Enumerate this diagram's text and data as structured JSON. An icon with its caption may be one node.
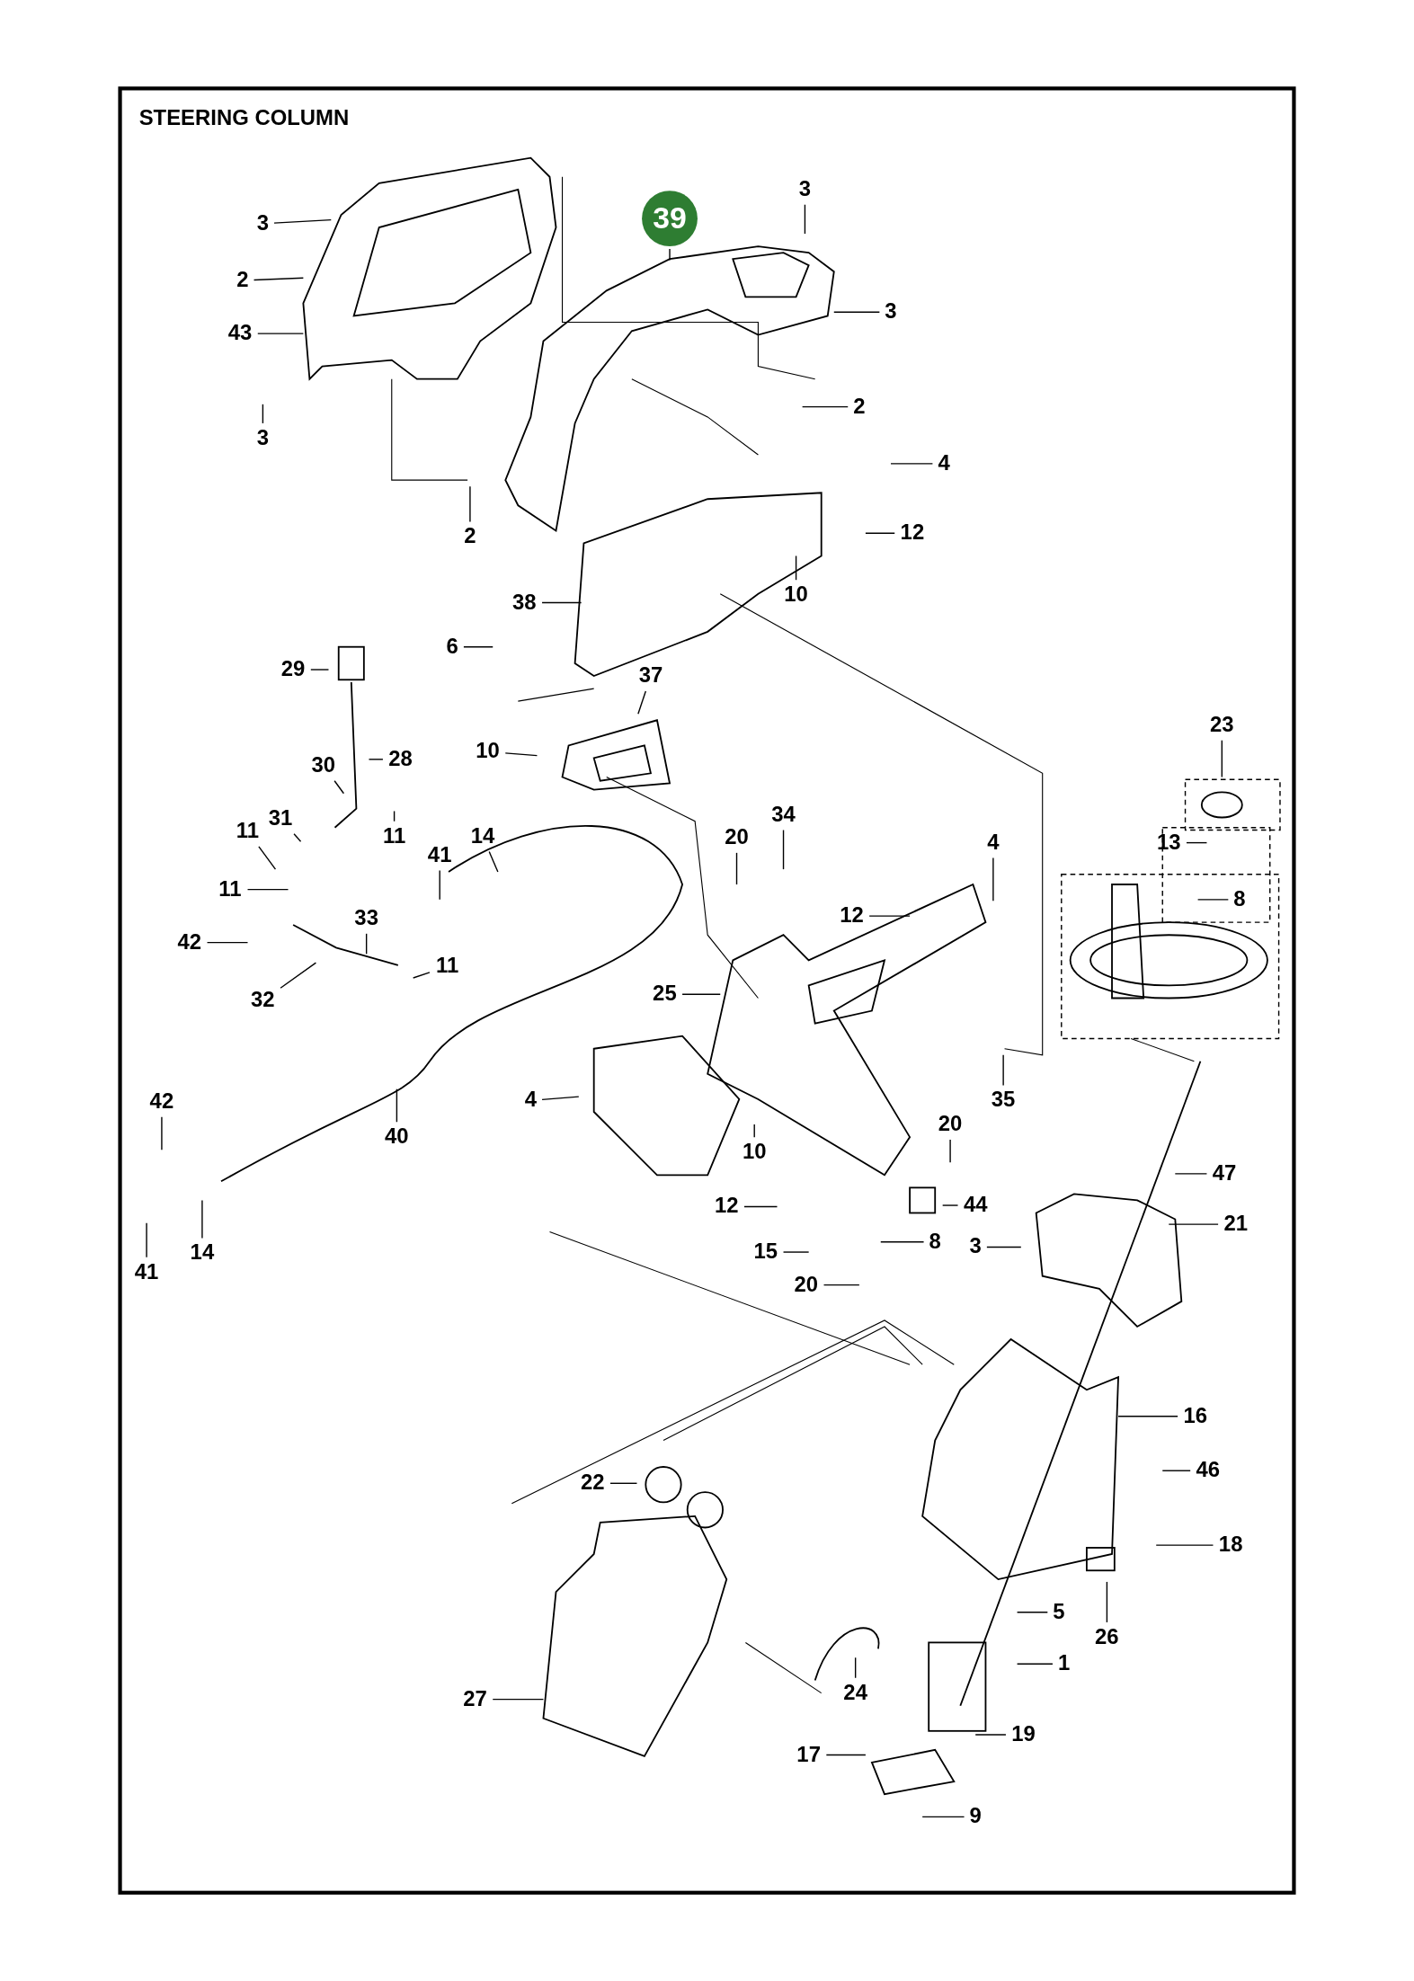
{
  "diagram": {
    "title": "STEERING COLUMN",
    "nodes": [
      {
        "text": [
          "39"
        ]
      },
      {
        "text": [
          "3"
        ]
      },
      {
        "text": [
          "2"
        ]
      },
      {
        "text": [
          "43"
        ]
      },
      {
        "text": [
          "3"
        ]
      },
      {
        "text": [
          "2"
        ]
      },
      {
        "text": [
          "3"
        ]
      },
      {
        "text": [
          "3"
        ]
      },
      {
        "text": [
          "2"
        ]
      },
      {
        "text": [
          "4"
        ]
      },
      {
        "text": [
          "12"
        ]
      },
      {
        "text": [
          "10"
        ]
      },
      {
        "text": [
          "38"
        ]
      },
      {
        "text": [
          "6"
        ]
      },
      {
        "text": [
          "37"
        ]
      },
      {
        "text": [
          "10"
        ]
      },
      {
        "text": [
          "29"
        ]
      },
      {
        "text": [
          "28"
        ]
      },
      {
        "text": [
          "30"
        ]
      },
      {
        "text": [
          "31"
        ]
      },
      {
        "text": [
          "11"
        ]
      },
      {
        "text": [
          "11"
        ]
      },
      {
        "text": [
          "41"
        ]
      },
      {
        "text": [
          "14"
        ]
      },
      {
        "text": [
          "11"
        ]
      },
      {
        "text": [
          "42"
        ]
      },
      {
        "text": [
          "33"
        ]
      },
      {
        "text": [
          "32"
        ]
      },
      {
        "text": [
          "11"
        ]
      },
      {
        "text": [
          "34"
        ]
      },
      {
        "text": [
          "20"
        ]
      },
      {
        "text": [
          "4"
        ]
      },
      {
        "text": [
          "12"
        ]
      },
      {
        "text": [
          "25"
        ]
      },
      {
        "text": [
          "4"
        ]
      },
      {
        "text": [
          "40"
        ]
      },
      {
        "text": [
          "35"
        ]
      },
      {
        "text": [
          "20"
        ]
      },
      {
        "text": [
          "10"
        ]
      },
      {
        "text": [
          "12"
        ]
      },
      {
        "text": [
          "44"
        ]
      },
      {
        "text": [
          "8"
        ]
      },
      {
        "text": [
          "15"
        ]
      },
      {
        "text": [
          "20"
        ]
      },
      {
        "text": [
          "3"
        ]
      },
      {
        "text": [
          "47"
        ]
      },
      {
        "text": [
          "21"
        ]
      },
      {
        "text": [
          "42"
        ]
      },
      {
        "text": [
          "41"
        ]
      },
      {
        "text": [
          "14"
        ]
      },
      {
        "text": [
          "23"
        ]
      },
      {
        "text": [
          "13"
        ]
      },
      {
        "text": [
          "8"
        ]
      },
      {
        "text": [
          "16"
        ]
      },
      {
        "text": [
          "46"
        ]
      },
      {
        "text": [
          "18"
        ]
      },
      {
        "text": [
          "26"
        ]
      },
      {
        "text": [
          "22"
        ]
      },
      {
        "text": [
          "5"
        ]
      },
      {
        "text": [
          "1"
        ]
      },
      {
        "text": [
          "19"
        ]
      },
      {
        "text": [
          "27"
        ]
      },
      {
        "text": [
          "24"
        ]
      },
      {
        "text": [
          "17"
        ]
      },
      {
        "text": [
          "9"
        ]
      }
    ],
    "edges": [
      {
        "from": 0,
        "to": null,
        "arrow": "none"
      },
      {
        "from": 1,
        "to": null,
        "arrow": "none"
      },
      {
        "from": 2,
        "to": null,
        "arrow": "none"
      },
      {
        "from": 3,
        "to": null,
        "arrow": "none"
      },
      {
        "from": 4,
        "to": null,
        "arrow": "none"
      },
      {
        "from": 5,
        "to": null,
        "arrow": "none"
      },
      {
        "from": 6,
        "to": null,
        "arrow": "none"
      },
      {
        "from": 7,
        "to": null,
        "arrow": "none"
      },
      {
        "from": 8,
        "to": null,
        "arrow": "none"
      },
      {
        "from": 9,
        "to": null,
        "arrow": "none"
      },
      {
        "from": 10,
        "to": null,
        "arrow": "none"
      },
      {
        "from": 11,
        "to": null,
        "arrow": "none"
      },
      {
        "from": 12,
        "to": null,
        "arrow": "none"
      },
      {
        "from": 13,
        "to": null,
        "arrow": "none"
      },
      {
        "from": 14,
        "to": null,
        "arrow": "none"
      },
      {
        "from": 15,
        "to": null,
        "arrow": "none"
      },
      {
        "from": 16,
        "to": null,
        "arrow": "none"
      },
      {
        "from": 17,
        "to": null,
        "arrow": "none"
      },
      {
        "from": 18,
        "to": null,
        "arrow": "none"
      },
      {
        "from": 19,
        "to": null,
        "arrow": "none"
      },
      {
        "from": 20,
        "to": null,
        "arrow": "none"
      },
      {
        "from": 21,
        "to": null,
        "arrow": "none"
      },
      {
        "from": 22,
        "to": null,
        "arrow": "none"
      },
      {
        "from": 23,
        "to": null,
        "arrow": "none"
      },
      {
        "from": 24,
        "to": null,
        "arrow": "none"
      },
      {
        "from": 25,
        "to": null,
        "arrow": "none"
      },
      {
        "from": 26,
        "to": null,
        "arrow": "none"
      },
      {
        "from": 27,
        "to": null,
        "arrow": "none"
      },
      {
        "from": 28,
        "to": null,
        "arrow": "none"
      },
      {
        "from": 29,
        "to": null,
        "arrow": "none"
      },
      {
        "from": 30,
        "to": null,
        "arrow": "none"
      },
      {
        "from": 31,
        "to": null,
        "arrow": "none"
      },
      {
        "from": 32,
        "to": null,
        "arrow": "none"
      },
      {
        "from": 33,
        "to": null,
        "arrow": "none"
      },
      {
        "from": 34,
        "to": null,
        "arrow": "none"
      },
      {
        "from": 35,
        "to": null,
        "arrow": "none"
      },
      {
        "from": 36,
        "to": null,
        "arrow": "none"
      },
      {
        "from": 37,
        "to": null,
        "arrow": "none"
      },
      {
        "from": 38,
        "to": null,
        "arrow": "none"
      },
      {
        "from": 39,
        "to": null,
        "arrow": "none"
      },
      {
        "from": 40,
        "to": null,
        "arrow": "none"
      },
      {
        "from": 41,
        "to": null,
        "arrow": "none"
      },
      {
        "from": 42,
        "to": null,
        "arrow": "none"
      },
      {
        "from": 43,
        "to": null,
        "arrow": "none"
      },
      {
        "from": 44,
        "to": null,
        "arrow": "none"
      },
      {
        "from": 45,
        "to": null,
        "arrow": "none"
      },
      {
        "from": 46,
        "to": null,
        "arrow": "none"
      },
      {
        "from": 47,
        "to": null,
        "arrow": "none"
      },
      {
        "from": 48,
        "to": null,
        "arrow": "none"
      },
      {
        "from": 49,
        "to": null,
        "arrow": "none"
      },
      {
        "from": 50,
        "to": null,
        "arrow": "none"
      },
      {
        "from": 51,
        "to": null,
        "arrow": "none"
      },
      {
        "from": 52,
        "to": null,
        "arrow": "none"
      },
      {
        "from": 53,
        "to": null,
        "arrow": "none"
      },
      {
        "from": 54,
        "to": null,
        "arrow": "none"
      },
      {
        "from": 55,
        "to": null,
        "arrow": "none"
      },
      {
        "from": 56,
        "to": null,
        "arrow": "none"
      },
      {
        "from": 57,
        "to": null,
        "arrow": "none"
      },
      {
        "from": 58,
        "to": null,
        "arrow": "none"
      },
      {
        "from": 59,
        "to": null,
        "arrow": "none"
      },
      {
        "from": 60,
        "to": null,
        "arrow": "none"
      },
      {
        "from": 61,
        "to": null,
        "arrow": "none"
      },
      {
        "from": 62,
        "to": null,
        "arrow": "none"
      },
      {
        "from": 63,
        "to": null,
        "arrow": "none"
      },
      {
        "from": 64,
        "to": null,
        "arrow": "none"
      }
    ]
  }
}
